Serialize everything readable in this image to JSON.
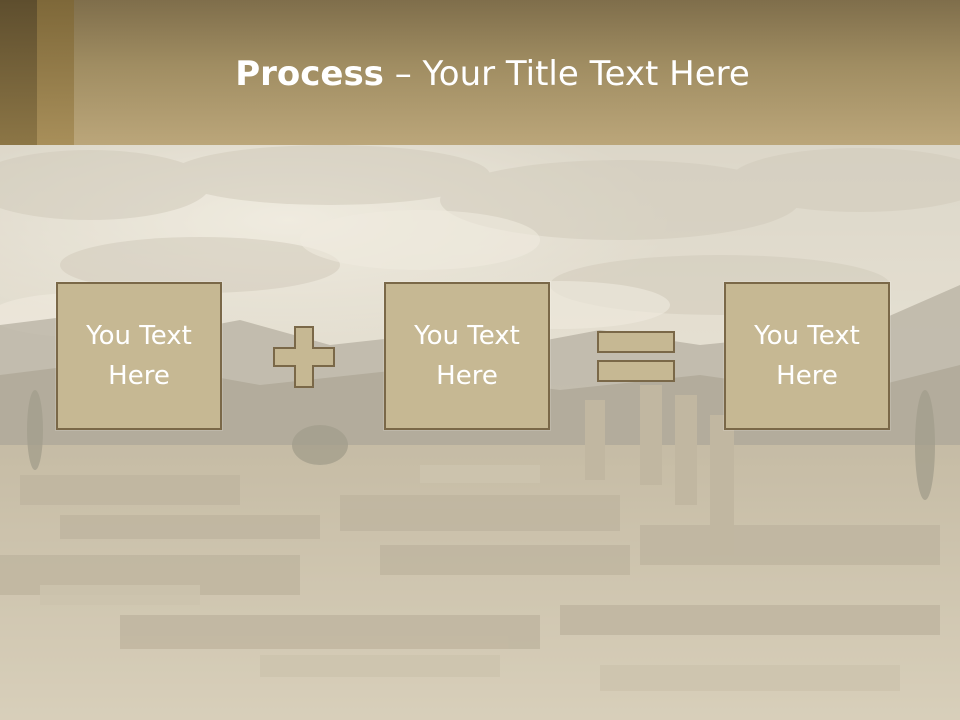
{
  "slide": {
    "title_bold": "Process",
    "title_rest": " – Your Title Text Here",
    "boxes": [
      {
        "text": "You Text\nHere"
      },
      {
        "text": "You Text\nHere"
      },
      {
        "text": "You Text\nHere"
      }
    ],
    "operators": {
      "first": "plus-icon",
      "second": "equals-icon"
    },
    "colors": {
      "header": "#a08d62",
      "box_fill": "#c6b893",
      "box_border": "#7a6848",
      "text": "#ffffff"
    }
  }
}
